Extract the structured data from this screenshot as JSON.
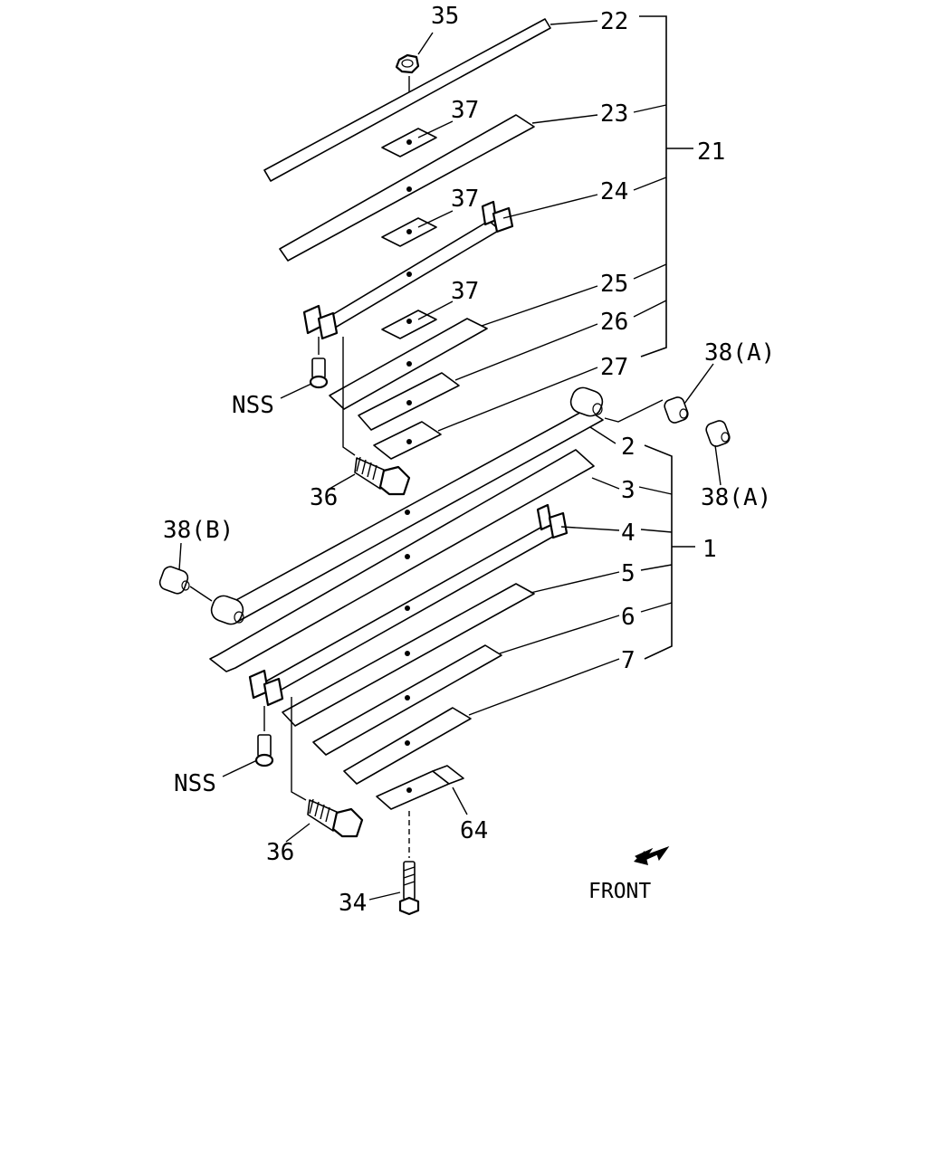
{
  "diagram": {
    "callouts": {
      "c35": "35",
      "c22": "22",
      "c23": "23",
      "c21": "21",
      "c24": "24",
      "c25": "25",
      "c26": "26",
      "c27": "27",
      "c37a": "37",
      "c37b": "37",
      "c37c": "37",
      "c38a_top": "38(A)",
      "c38a_mid": "38(A)",
      "c38b": "38(B)",
      "c2": "2",
      "c3": "3",
      "c4": "4",
      "c5": "5",
      "c6": "6",
      "c7": "7",
      "c1": "1",
      "nss_top": "NSS",
      "nss_bottom": "NSS",
      "c36_top": "36",
      "c36_bottom": "36",
      "c64": "64",
      "c34": "34"
    },
    "front_label": "FRONT"
  }
}
